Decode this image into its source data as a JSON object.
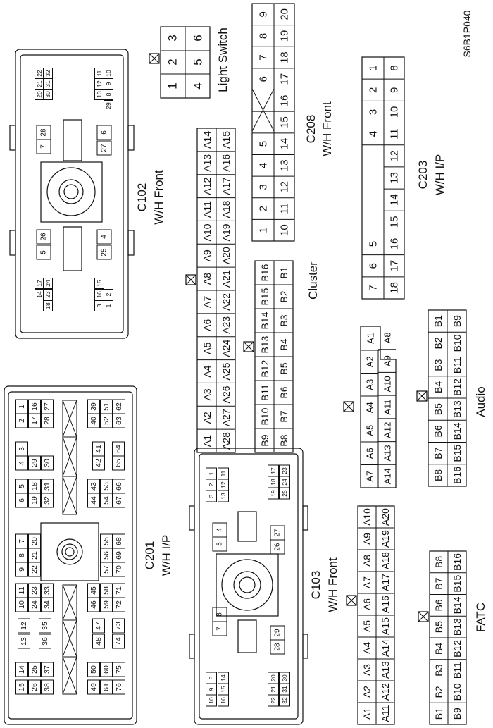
{
  "figure_id": "S6B1P040",
  "connectors": {
    "light_switch": {
      "label": "Light Switch",
      "rows": [
        [
          "1",
          "2",
          "3"
        ],
        [
          "4",
          "5",
          "6"
        ]
      ]
    },
    "c208": {
      "title": "C208",
      "subtitle": "W/H Front",
      "rows": [
        [
          "1",
          "2",
          "3",
          "4",
          "5",
          "",
          "6",
          "7",
          "8",
          "9"
        ],
        [
          "10",
          "11",
          "12",
          "13",
          "14",
          "15",
          "16",
          "17",
          "18",
          "19",
          "20"
        ]
      ]
    },
    "c102": {
      "title": "C102",
      "subtitle": "W/H Front",
      "pins": [
        "32",
        "31",
        "30",
        "22",
        "21",
        "20",
        "11",
        "12",
        "13",
        "10",
        "9",
        "8",
        "29",
        "28",
        "7",
        "6",
        "27",
        "26",
        "5",
        "4",
        "25",
        "24",
        "23",
        "18",
        "17",
        "14",
        "15",
        "16",
        "3",
        "2",
        "1"
      ]
    },
    "cluster": {
      "label": "Cluster",
      "a_rows": [
        [
          "A14",
          "A13",
          "A12",
          "A11",
          "A10",
          "A9",
          "A8",
          "A7",
          "A6",
          "A5",
          "A4",
          "A3",
          "A2",
          "A1"
        ],
        [
          "A15",
          "A16",
          "A17",
          "A18",
          "A19",
          "A20",
          "A21",
          "A22",
          "A23",
          "A24",
          "A25",
          "A26",
          "A27",
          "A28"
        ]
      ],
      "b_rows": [
        [
          "B16",
          "B15",
          "B14",
          "B13",
          "B12",
          "B11",
          "B10",
          "B9"
        ],
        [
          "B1",
          "B2",
          "B3",
          "B4",
          "B5",
          "B6",
          "B7",
          "B8"
        ]
      ]
    },
    "c203": {
      "title": "C203",
      "subtitle": "W/H I/P",
      "rows": [
        [
          "1",
          "2",
          "3",
          "4",
          "",
          "",
          "",
          "5",
          "6",
          "7"
        ],
        [
          "8",
          "9",
          "10",
          "11",
          "12",
          "13",
          "14",
          "15",
          "16",
          "17",
          "18"
        ]
      ]
    },
    "audio": {
      "label": "Audio",
      "a_rows": [
        [
          "A1",
          "A2",
          "A3",
          "A4",
          "A5",
          "A6",
          "A7"
        ],
        [
          "A8",
          "A9",
          "A10",
          "A11",
          "A12",
          "A13",
          "A14"
        ]
      ],
      "b_rows": [
        [
          "B1",
          "B2",
          "B3",
          "B4",
          "B5",
          "B6",
          "B7",
          "B8"
        ],
        [
          "B9",
          "B10",
          "B11",
          "B12",
          "B13",
          "B14",
          "B15",
          "B16"
        ]
      ]
    },
    "c201": {
      "title": "C201",
      "subtitle": "W/H I/P",
      "pins": [
        "1",
        "2",
        "16",
        "17",
        "27",
        "28",
        "3",
        "4",
        "29",
        "30",
        "5",
        "6",
        "18",
        "19",
        "31",
        "32",
        "7",
        "8",
        "9",
        "20",
        "21",
        "22",
        "10",
        "11",
        "24",
        "23",
        "33",
        "34",
        "12",
        "13",
        "35",
        "36",
        "14",
        "15",
        "25",
        "26",
        "37",
        "38",
        "39",
        "40",
        "51",
        "52",
        "62",
        "63",
        "41",
        "42",
        "64",
        "65",
        "43",
        "44",
        "53",
        "54",
        "66",
        "67",
        "55",
        "56",
        "57",
        "68",
        "69",
        "70",
        "45",
        "46",
        "58",
        "59",
        "71",
        "72",
        "47",
        "48",
        "73",
        "74",
        "49",
        "50",
        "60",
        "61",
        "75",
        "76"
      ]
    },
    "c103": {
      "title": "C103",
      "subtitle": "W/H Front",
      "pins": [
        "1",
        "2",
        "3",
        "11",
        "12",
        "13",
        "17",
        "18",
        "19",
        "23",
        "24",
        "25",
        "4",
        "5",
        "26",
        "27",
        "6",
        "7",
        "28",
        "29",
        "8",
        "9",
        "10",
        "14",
        "15",
        "16",
        "20",
        "21",
        "22",
        "30",
        "31",
        "32"
      ]
    },
    "fatc": {
      "label": "FATC",
      "a_rows": [
        [
          "A10",
          "A9",
          "A8",
          "A7",
          "A6",
          "A5",
          "A4",
          "A3",
          "A2",
          "A1"
        ],
        [
          "A20",
          "A19",
          "A18",
          "A17",
          "A16",
          "A15",
          "A14",
          "A13",
          "A12",
          "A11"
        ]
      ],
      "b_rows": [
        [
          "B8",
          "B7",
          "B6",
          "B5",
          "B4",
          "B3",
          "B2",
          "B1"
        ],
        [
          "B16",
          "B15",
          "B14",
          "B13",
          "B12",
          "B11",
          "B10",
          "B9"
        ]
      ]
    }
  }
}
